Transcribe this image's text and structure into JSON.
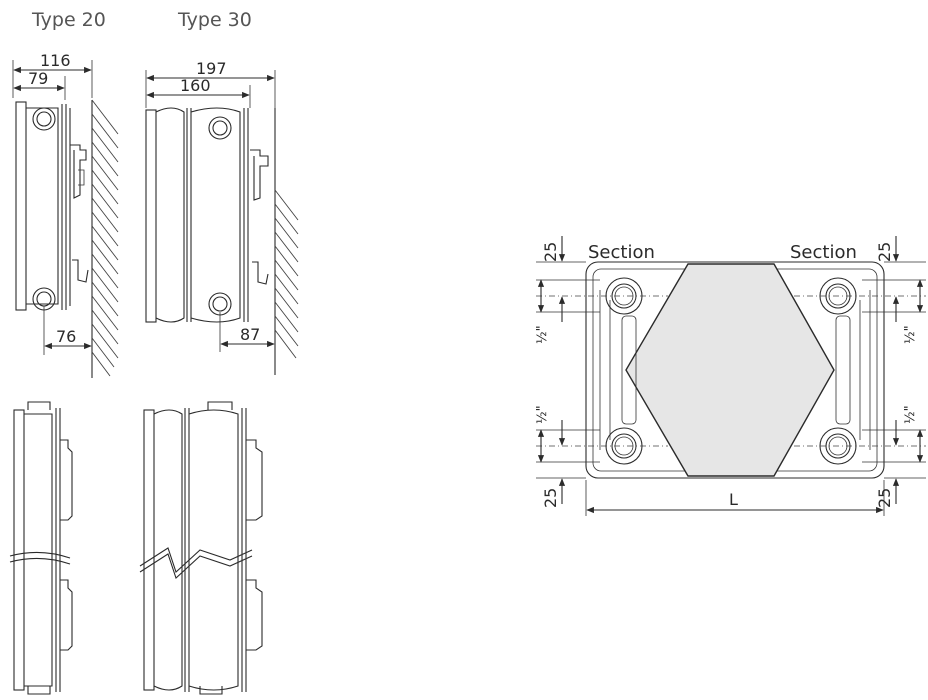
{
  "titles": {
    "type20": "Type 20",
    "type30": "Type 30"
  },
  "type20": {
    "depth_total": "116",
    "depth_inner": "79",
    "offset": "76"
  },
  "type30": {
    "depth_total": "197",
    "depth_inner": "160",
    "offset": "87"
  },
  "connection": {
    "section_left": "Section",
    "section_right": "Section",
    "top_left": "25",
    "top_right": "25",
    "bottom_left": "25",
    "bottom_right": "25",
    "thread_upper_left": "½\"",
    "thread_lower_left": "½\"",
    "thread_upper_right": "½\"",
    "thread_lower_right": "½\"",
    "length": "L"
  },
  "colors": {
    "line": "#2b2b2b",
    "fill": "#e6e6e6",
    "text": "#2a2a2a"
  }
}
